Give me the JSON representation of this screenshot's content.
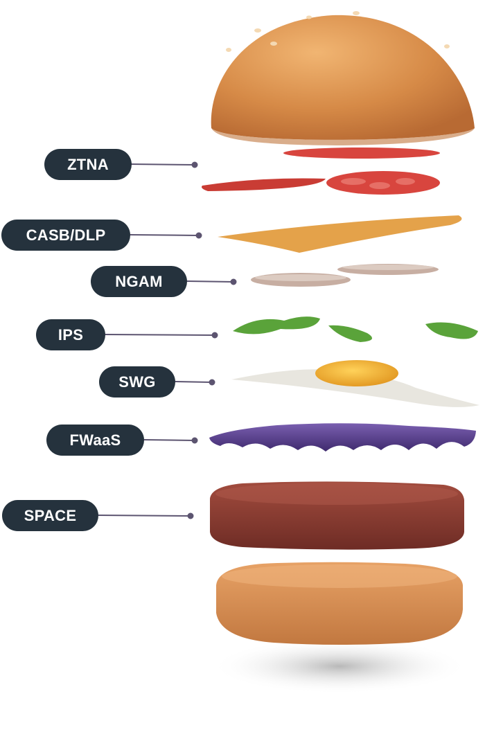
{
  "colors": {
    "pill_bg": "#25323d",
    "connector": "#5c5470",
    "bun": "#d99050",
    "tomato": "#d8453e",
    "cheese": "#e4a24a",
    "onion": "#c7aea2",
    "lettuce": "#5aa33a",
    "egg_white": "#e8e6df",
    "yolk": "#f2b63a",
    "cabbage": "#5a3f8d",
    "patty": "#8a3d32"
  },
  "layers": [
    {
      "label": "ZTNA",
      "icon": "tomato-slices-layer"
    },
    {
      "label": "CASB/DLP",
      "icon": "cheese-slice-layer"
    },
    {
      "label": "NGAM",
      "icon": "onion-slices-layer"
    },
    {
      "label": "IPS",
      "icon": "lettuce-pieces-layer"
    },
    {
      "label": "SWG",
      "icon": "fried-egg-layer"
    },
    {
      "label": "FWaaS",
      "icon": "purple-cabbage-layer"
    },
    {
      "label": "SPACE",
      "icon": "patty-layer"
    }
  ]
}
